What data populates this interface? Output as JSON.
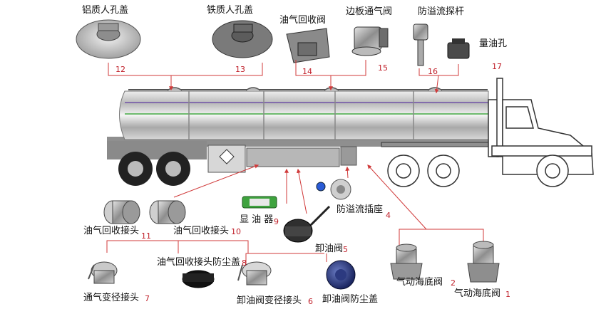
{
  "labels": {
    "aluminum_manhole_cover": "铝质人孔盖",
    "iron_manhole_cover": "铁质人孔盖",
    "vapor_recovery_valve": "油气回收阀",
    "side_vent_valve": "边板通气阀",
    "overfill_probe": "防溢流探杆",
    "gauging_hatch": "量油孔",
    "overfill_socket": "防溢流插座",
    "sight_glass": "显 油 器",
    "vapor_coupling_a": "油气回收接头",
    "vapor_coupling_b": "油气回收接头",
    "discharge_valve": "卸油阀",
    "vapor_coupling_dust_cap": "油气回收接头防尘盖",
    "vent_reducer": "通气变径接头",
    "discharge_reducer": "卸油阀变径接头",
    "discharge_dust_cap": "卸油阀防尘盖",
    "pneumatic_foot_valve_a": "气动海底阀",
    "pneumatic_foot_valve_b": "气动海底阀"
  },
  "numbers": {
    "n1": "1",
    "n2": "2",
    "n4": "4",
    "n5": "5",
    "n6": "6",
    "n7": "7",
    "n8": "8",
    "n9": "9",
    "n10": "10",
    "n11": "11",
    "n12": "12",
    "n13": "13",
    "n14": "14",
    "n15": "15",
    "n16": "16",
    "n17": "17"
  },
  "colors": {
    "accent_red": "#c0202a",
    "line_red": "#d03a3a",
    "tank_silver": "#c8c8c8",
    "cab_outline": "#333333"
  }
}
